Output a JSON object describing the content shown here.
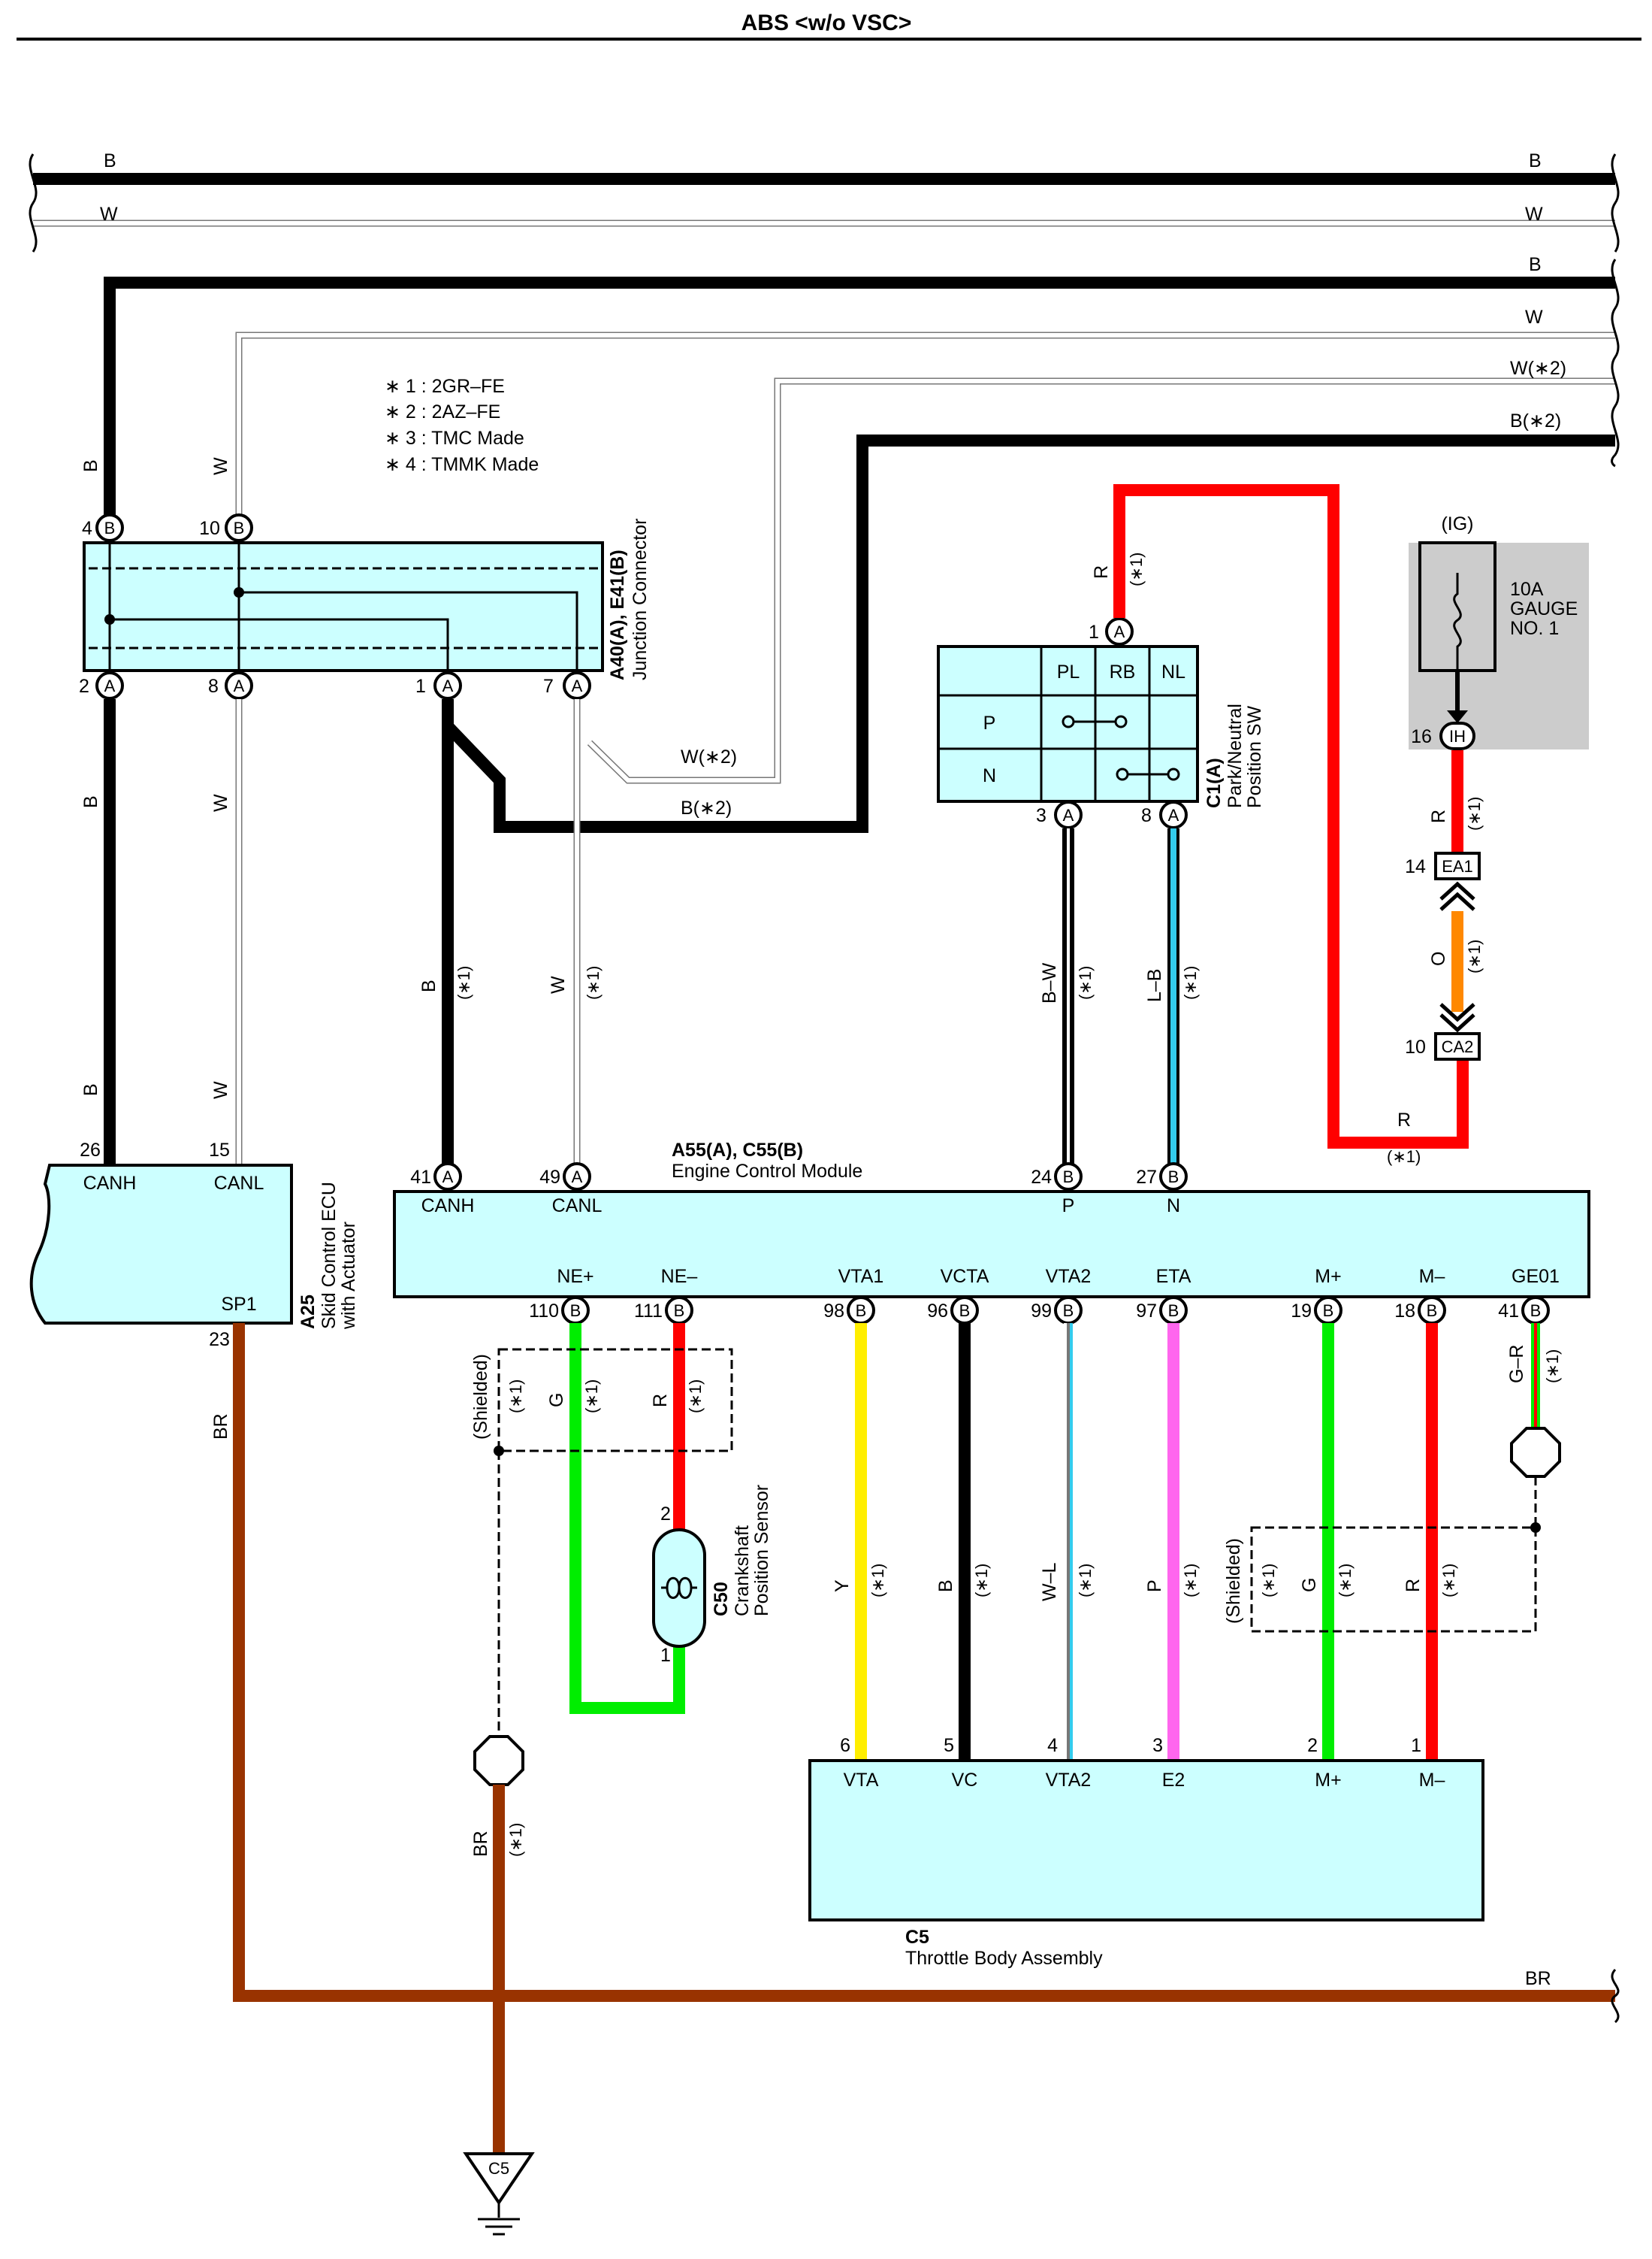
{
  "title": "ABS <w/o VSC>",
  "notes": [
    "∗ 1 : 2GR–FE",
    "∗ 2 : 2AZ–FE",
    "∗ 3 : TMC Made",
    "∗ 4 : TMMK Made"
  ],
  "colors": {
    "black": "#000000",
    "white_wire": "#ffffff",
    "red": "#ff0000",
    "green": "#00ee00",
    "yellow": "#ffee00",
    "pink": "#ff66ee",
    "orange": "#ff8800",
    "brown": "#993300",
    "cyan_fill": "#ccffff",
    "light_blue": "#33ccee",
    "gray_box": "#cccccc"
  },
  "bus_labels": {
    "b_top_left": "B",
    "w_top_left": "W",
    "b_top_right": "B",
    "w_top_right": "W",
    "b3_right": "B",
    "w4_right": "W",
    "w5_right": "W(∗2)",
    "b6_right": "B(∗2)",
    "br_right": "BR"
  },
  "junction": {
    "name": "A40(A), E41(B)",
    "desc": "Junction Connector",
    "pins": {
      "p4": "4",
      "p4_conn": "B",
      "p10": "10",
      "p10_conn": "B",
      "p2": "2",
      "p2_conn": "A",
      "p8": "8",
      "p8_conn": "A",
      "p1": "1",
      "p1_conn": "A",
      "p7": "7",
      "p7_conn": "A"
    }
  },
  "wire_labels": {
    "jb_b_top": "B",
    "jb_w_top": "W",
    "a25_b_mid": "B",
    "a25_w_mid": "W",
    "a25_b_low": "B",
    "a25_w_low": "W",
    "ecm_b": "B",
    "ecm_b_note": "(∗1)",
    "ecm_w": "W",
    "ecm_w_note": "(∗1)",
    "diag_w2": "W(∗2)",
    "diag_b2": "B(∗2)",
    "c1_bw": "B–W",
    "c1_bw_note": "(∗1)",
    "c1_lb": "L–B",
    "c1_lb_note": "(∗1)",
    "c1_r": "R",
    "c1_r_note": "(∗1)",
    "ih_r": "R",
    "ih_r_note": "(∗1)",
    "ea_o": "O",
    "ea_o_note": "(∗1)",
    "ecm_r": "R",
    "ecm_r_note": "(∗1)",
    "sp1_br": "BR",
    "ne_g": "G",
    "ne_g_note": "(∗1)",
    "ne_r": "R",
    "ne_r_note": "(∗1)",
    "shielded1": "(Shielded)",
    "shielded1_note": "(∗1)",
    "vta1_y": "Y",
    "vta1_y_note": "(∗1)",
    "vcta_b": "B",
    "vcta_b_note": "(∗1)",
    "vta2_wl": "W–L",
    "vta2_wl_note": "(∗1)",
    "eta_p": "P",
    "eta_p_note": "(∗1)",
    "mp_g": "G",
    "mp_g_note": "(∗1)",
    "mm_r": "R",
    "mm_r_note": "(∗1)",
    "shielded2": "(Shielded)",
    "shielded2_note": "(∗1)",
    "ge01_gr": "G–R",
    "ge01_gr_note": "(∗1)",
    "gnd_br": "BR",
    "gnd_br_note": "(∗1)"
  },
  "skid_ecu": {
    "name": "A25",
    "desc1": "Skid Control ECU",
    "desc2": "with Actuator",
    "canh": "CANH",
    "canl": "CANL",
    "sp1": "SP1",
    "pin26": "26",
    "pin15": "15",
    "pin23": "23"
  },
  "park_sw": {
    "name": "C1(A)",
    "desc1": "Park/Neutral",
    "desc2": "Position SW",
    "pl": "PL",
    "rb": "RB",
    "nl": "NL",
    "p": "P",
    "n": "N",
    "pin1": "1",
    "pin1_conn": "A",
    "pin3": "3",
    "pin3_conn": "A",
    "pin8": "8",
    "pin8_conn": "A"
  },
  "fuse": {
    "ig": "(IG)",
    "line1": "10A",
    "line2": "GAUGE",
    "line3": "NO. 1",
    "pin16": "16",
    "conn": "IH"
  },
  "connectors": {
    "ea1_pin": "14",
    "ea1": "EA1",
    "ca2_pin": "10",
    "ca2": "CA2"
  },
  "ecm": {
    "name": "A55(A), C55(B)",
    "desc": "Engine Control Module",
    "top_terms": [
      {
        "pin": "41",
        "conn": "A",
        "label": "CANH"
      },
      {
        "pin": "49",
        "conn": "A",
        "label": "CANL"
      },
      {
        "pin": "24",
        "conn": "B",
        "label": "P"
      },
      {
        "pin": "27",
        "conn": "B",
        "label": "N"
      }
    ],
    "bottom_terms": [
      {
        "pin": "110",
        "conn": "B",
        "label": "NE+"
      },
      {
        "pin": "111",
        "conn": "B",
        "label": "NE–"
      },
      {
        "pin": "98",
        "conn": "B",
        "label": "VTA1"
      },
      {
        "pin": "96",
        "conn": "B",
        "label": "VCTA"
      },
      {
        "pin": "99",
        "conn": "B",
        "label": "VTA2"
      },
      {
        "pin": "97",
        "conn": "B",
        "label": "ETA"
      },
      {
        "pin": "19",
        "conn": "B",
        "label": "M+"
      },
      {
        "pin": "18",
        "conn": "B",
        "label": "M–"
      },
      {
        "pin": "41",
        "conn": "B",
        "label": "GE01"
      }
    ]
  },
  "crank": {
    "name": "C50",
    "desc1": "Crankshaft",
    "desc2": "Position Sensor",
    "pin2": "2",
    "pin1": "1"
  },
  "throttle": {
    "name": "C5",
    "desc": "Throttle Body Assembly",
    "terms": [
      {
        "pin": "6",
        "label": "VTA"
      },
      {
        "pin": "5",
        "label": "VC"
      },
      {
        "pin": "4",
        "label": "VTA2"
      },
      {
        "pin": "3",
        "label": "E2"
      },
      {
        "pin": "2",
        "label": "M+"
      },
      {
        "pin": "1",
        "label": "M–"
      }
    ]
  },
  "ground": {
    "label": "C5"
  }
}
